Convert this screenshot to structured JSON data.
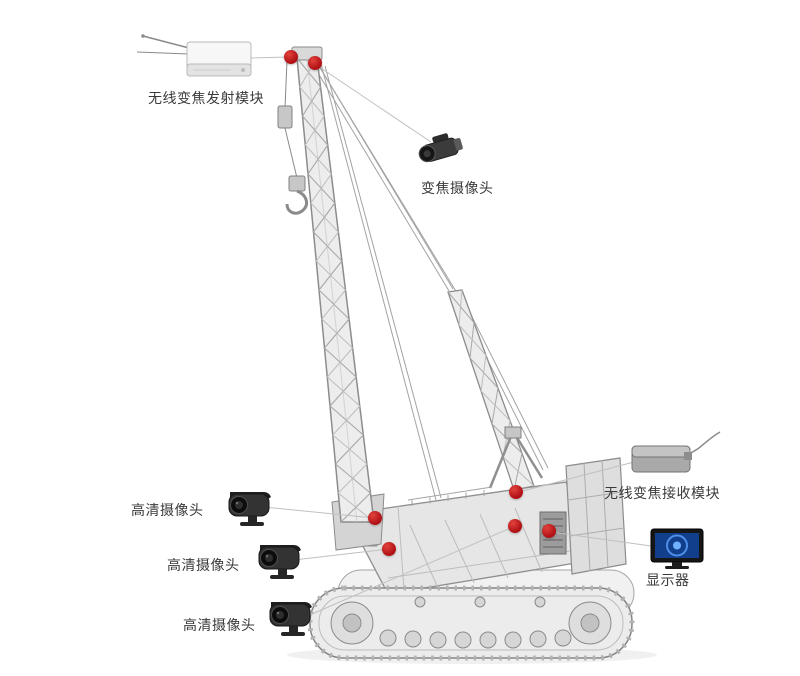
{
  "callouts": {
    "transmitter": "无线变焦发射模块",
    "zoom_camera": "变焦摄像头",
    "hd_camera_1": "高清摄像头",
    "hd_camera_2": "高清摄像头",
    "hd_camera_3": "高清摄像头",
    "receiver": "无线变焦接收模块",
    "monitor": "显示器"
  },
  "devices": {
    "transmitter_icon": "wireless-transmitter-box",
    "zoom_camera_icon": "zoom-camera",
    "hd_camera_icon": "hd-cctv-camera",
    "receiver_icon": "wireless-receiver-box",
    "monitor_icon": "lcd-monitor"
  },
  "markers": {
    "count": 7,
    "points": [
      "boom-tip-left",
      "boom-tip-right",
      "body-front-left",
      "body-side-left",
      "body-center",
      "cab-top",
      "body-rear"
    ]
  },
  "colors": {
    "marker_red": "#b01217",
    "connector_gray": "#c0c0c0",
    "label_text": "#3a3a3a",
    "background": "#ffffff"
  }
}
